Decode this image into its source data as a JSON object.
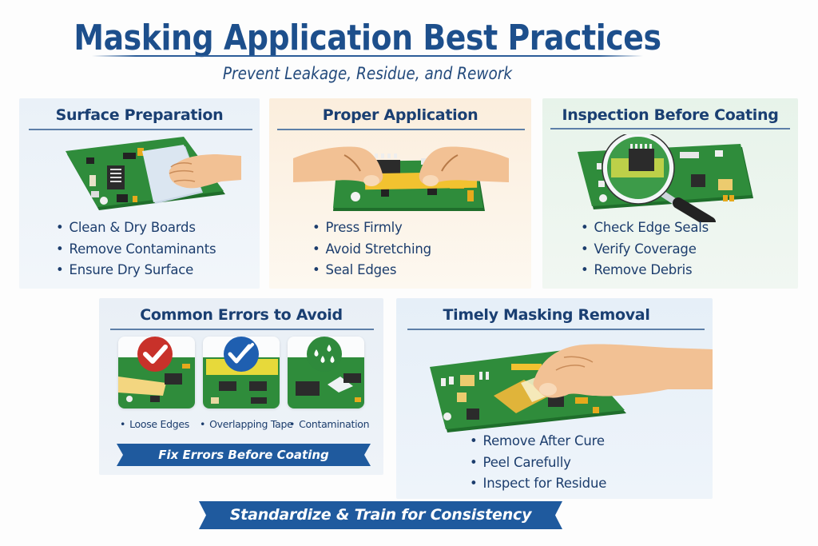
{
  "header": {
    "title": "Masking Application Best Practices",
    "subtitle": "Prevent Leakage, Residue, and Rework"
  },
  "panels": [
    {
      "heading": "Surface Preparation",
      "illustration": "hand-wiping-pcb-with-cloth",
      "bullets": [
        "Clean & Dry Boards",
        "Remove Contaminants",
        "Ensure Dry Surface"
      ]
    },
    {
      "heading": "Proper Application",
      "illustration": "hands-applying-yellow-tape-to-pcb",
      "bullets": [
        "Press Firmly",
        "Avoid Stretching",
        "Seal Edges"
      ]
    },
    {
      "heading": "Inspection Before Coating",
      "illustration": "magnifying-glass-over-pcb",
      "bullets": [
        "Check Edge Seals",
        "Verify Coverage",
        "Remove Debris"
      ]
    },
    {
      "heading": "Common Errors to Avoid",
      "tiles": [
        {
          "label": "Loose Edges",
          "icon": "red-check-icon",
          "color": "#c8312a"
        },
        {
          "label": "Overlapping Tape",
          "icon": "blue-double-check-icon",
          "color": "#1f5fb0"
        },
        {
          "label": "Contamination",
          "icon": "green-droplets-icon",
          "color": "#2f8a3c"
        }
      ],
      "ribbon": "Fix Errors Before Coating"
    },
    {
      "heading": "Timely Masking Removal",
      "illustration": "hand-peeling-tape-from-pcb",
      "bullets": [
        "Remove After Cure",
        "Peel Carefully",
        "Inspect for Residue"
      ]
    }
  ],
  "footer": {
    "ribbon": "Standardize & Train for Consistency"
  },
  "colors": {
    "title_blue": "#1d4f8c",
    "ribbon_blue": "#1f5a9e",
    "pcb_green": "#2e8b3a",
    "tape_yellow": "#f2c230",
    "skin": "#f4c69a"
  }
}
